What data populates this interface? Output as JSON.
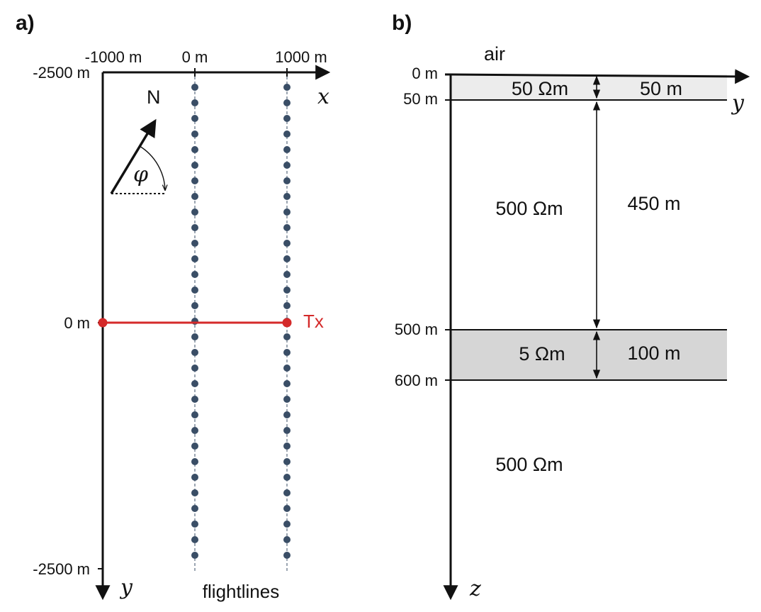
{
  "panel_a": {
    "label": "a)",
    "x_ticks": [
      "-1000 m",
      "0 m",
      "1000 m"
    ],
    "y_ticks": [
      "-2500 m",
      "0 m",
      "-2500 m"
    ],
    "x_axis": "x",
    "y_axis": "y",
    "north_label": "N",
    "angle_label": "φ",
    "tx_label": "Tx",
    "flightlines_label": "flightlines",
    "flightline_color": "#3a4e66",
    "tx_color": "#d42a2a"
  },
  "panel_b": {
    "label": "b)",
    "air_label": "air",
    "y_axis": "y",
    "z_axis": "z",
    "depth_ticks": [
      "0 m",
      "50 m",
      "500 m",
      "600 m"
    ],
    "layers": [
      {
        "resistivity": "50 Ωm",
        "thickness": "50 m",
        "shaded": true
      },
      {
        "resistivity": "500 Ωm",
        "thickness": "450 m",
        "shaded": false
      },
      {
        "resistivity": "5 Ωm",
        "thickness": "100 m",
        "shaded": true
      },
      {
        "resistivity": "500 Ωm",
        "thickness": "",
        "shaded": false
      }
    ],
    "shade_light": "#ececec",
    "shade_dark": "#d6d6d6"
  }
}
